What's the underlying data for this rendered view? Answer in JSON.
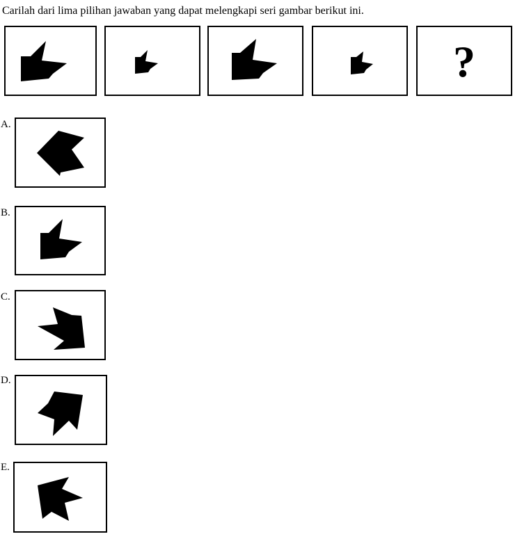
{
  "question": "Carilah dari lima pilihan jawaban yang dapat melengkapi seri gambar berikut ini.",
  "series": [
    {
      "figure": "large-arrow-southwest"
    },
    {
      "figure": "small-arrow-southwest"
    },
    {
      "figure": "large-arrow-southwest"
    },
    {
      "figure": "small-arrow-southwest"
    },
    {
      "figure": "question-mark",
      "text": "?"
    }
  ],
  "options": [
    {
      "label": "A.",
      "figure": "arrow-west"
    },
    {
      "label": "B.",
      "figure": "arrow-southwest"
    },
    {
      "label": "C.",
      "figure": "arrow-southeast"
    },
    {
      "label": "D.",
      "figure": "arrow-northeast"
    },
    {
      "label": "E.",
      "figure": "arrow-northwest"
    }
  ],
  "colors": {
    "figure": "#000000",
    "border": "#000000",
    "background": "#ffffff"
  }
}
